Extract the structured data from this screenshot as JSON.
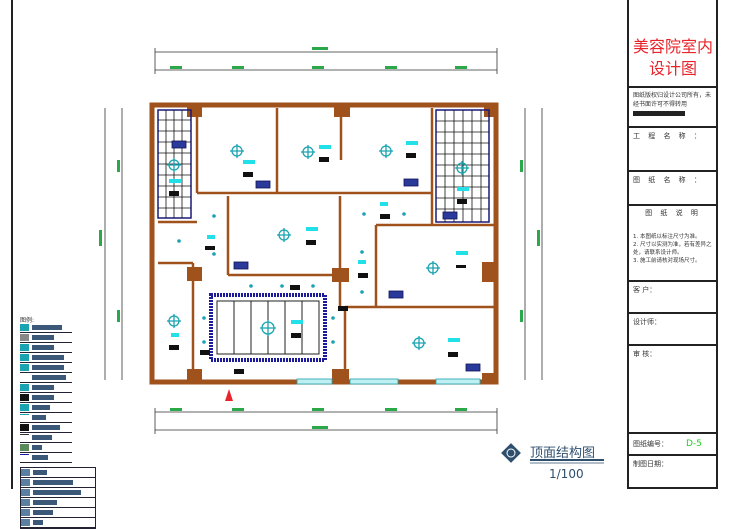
{
  "title_block": {
    "project_title": "美容院室内设计图",
    "project_title_line1": "美容院室内",
    "project_title_line2": "设计图",
    "copyright_note": "图纸版权归设计公司所有，未经书面许可不得转用",
    "project_name_label": "工 程 名 称 ：",
    "drawing_name_label": "图 纸 名 称 ：",
    "notes_heading": "图 纸 说 明",
    "notes": [
      "1. 本图纸以标注尺寸为准。",
      "2. 尺寸以实测为准，若有差异之处，请联系设计师。",
      "3. 施工前请核对现场尺寸。"
    ],
    "client_label": "客 户：",
    "designer_label": "设计师：",
    "reviewer_label": "审 核：",
    "drawing_number_label": "图纸编号：",
    "drawing_number": "D-5",
    "date_label": "制图日期："
  },
  "drawing": {
    "title": "顶面结构图",
    "scale": "1/100",
    "legend_label": "图例:"
  },
  "colors": {
    "wall": "#a0521d",
    "column": "#a0521d",
    "grid": "#1a1a7a",
    "light": "#1aa3b0",
    "dimension": "#1a7a1a",
    "title_red": "#e8242b"
  }
}
